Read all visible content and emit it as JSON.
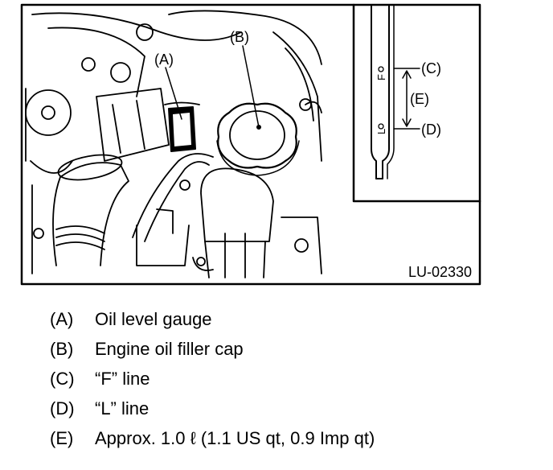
{
  "figure": {
    "code": "LU-02330",
    "callouts": {
      "a": "(A)",
      "b": "(B)",
      "c": "(C)",
      "d": "(D)",
      "e": "(E)"
    },
    "dipstick_marks": {
      "f": "F",
      "l": "L"
    }
  },
  "legend": [
    {
      "key": "(A)",
      "text": "Oil level gauge"
    },
    {
      "key": "(B)",
      "text": "Engine oil filler cap"
    },
    {
      "key": "(C)",
      "text": "“F” line"
    },
    {
      "key": "(D)",
      "text": "“L” line"
    },
    {
      "key": "(E)",
      "text": "Approx. 1.0 ℓ (1.1 US qt, 0.9 Imp qt)"
    }
  ]
}
